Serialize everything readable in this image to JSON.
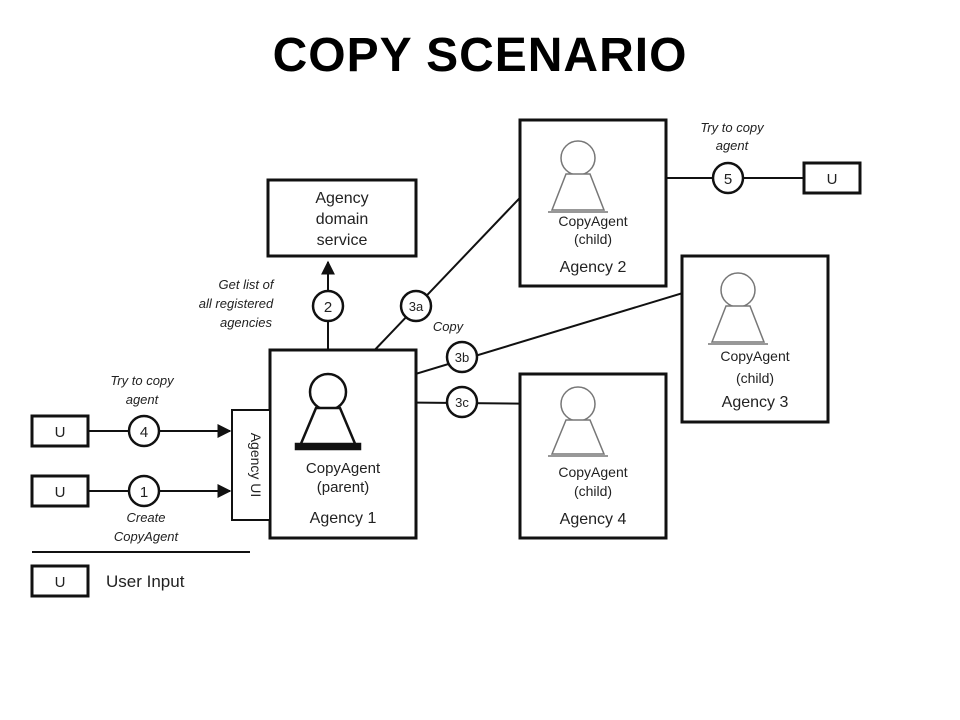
{
  "title": "COPY SCENARIO",
  "nodes": {
    "domain_service": {
      "line1": "Agency",
      "line2": "domain",
      "line3": "service"
    },
    "agency1": {
      "agent_line1": "CopyAgent",
      "agent_line2": "(parent)",
      "name": "Agency 1"
    },
    "agency2": {
      "agent_line1": "CopyAgent",
      "agent_line2": "(child)",
      "name": "Agency 2"
    },
    "agency3": {
      "agent_line1": "CopyAgent",
      "agent_line2": "(child)",
      "name": "Agency 3"
    },
    "agency4": {
      "agent_line1": "CopyAgent",
      "agent_line2": "(child)",
      "name": "Agency 4"
    },
    "agency_ui": "Agency UI",
    "user_box": "U"
  },
  "steps": {
    "s1": "1",
    "s2": "2",
    "s3a": "3a",
    "s3b": "3b",
    "s3c": "3c",
    "s4": "4",
    "s5": "5"
  },
  "annotations": {
    "get_list_line1": "Get list of",
    "get_list_line2": "all registered",
    "get_list_line3": "agencies",
    "copy": "Copy",
    "try_copy_left_line1": "Try to copy",
    "try_copy_left_line2": "agent",
    "try_copy_right_line1": "Try to copy",
    "try_copy_right_line2": "agent",
    "create_line1": "Create",
    "create_line2": "CopyAgent"
  },
  "legend": {
    "symbol": "U",
    "label": "User Input"
  }
}
